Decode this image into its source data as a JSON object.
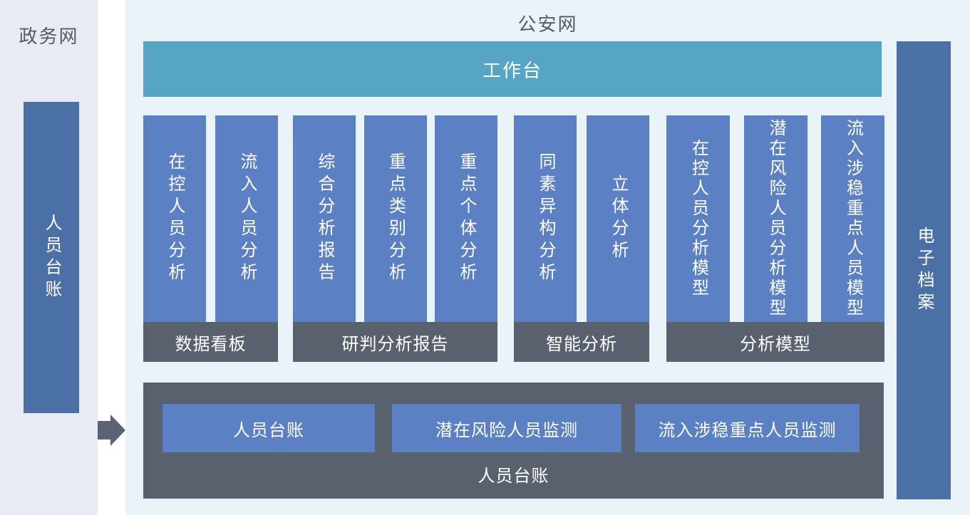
{
  "colors": {
    "page_bg": "#ffffff",
    "gov_panel_bg": "#e8ebf3",
    "police_panel_bg": "#eaf3f7",
    "teal_bar": "#56a5c4",
    "blue_bar": "#5b81c4",
    "side_bar_blue": "#4a70a5",
    "dark_slate": "#59616f",
    "arrow_color": "#5b6474",
    "title_text": "#555b64",
    "white_text": "#ffffff"
  },
  "gov_panel": {
    "title": "政务网",
    "side_bar_label": "人员台账"
  },
  "police_panel": {
    "title": "公安网",
    "workbench_label": "工作台",
    "groups": [
      {
        "footer": "数据看板",
        "bars": [
          "在控人员分析",
          "流入人员分析"
        ]
      },
      {
        "footer": "研判分析报告",
        "bars": [
          "综合分析报告",
          "重点类别分析",
          "重点个体分析"
        ]
      },
      {
        "footer": "智能分析",
        "bars": [
          "同素异构分析",
          "立体分析"
        ]
      },
      {
        "footer": "分析模型",
        "bars": [
          "在控人员分析模型",
          "潜在风险人员分析模型",
          "流入涉稳重点人员模型"
        ]
      }
    ],
    "bottom_box": {
      "buttons": [
        "人员台账",
        "潜在风险人员监测",
        "流入涉稳重点人员监测"
      ],
      "caption": "人员台账"
    },
    "archive_bar_label": "电子档案"
  },
  "icons": {
    "flow_arrow": "right-arrow"
  }
}
